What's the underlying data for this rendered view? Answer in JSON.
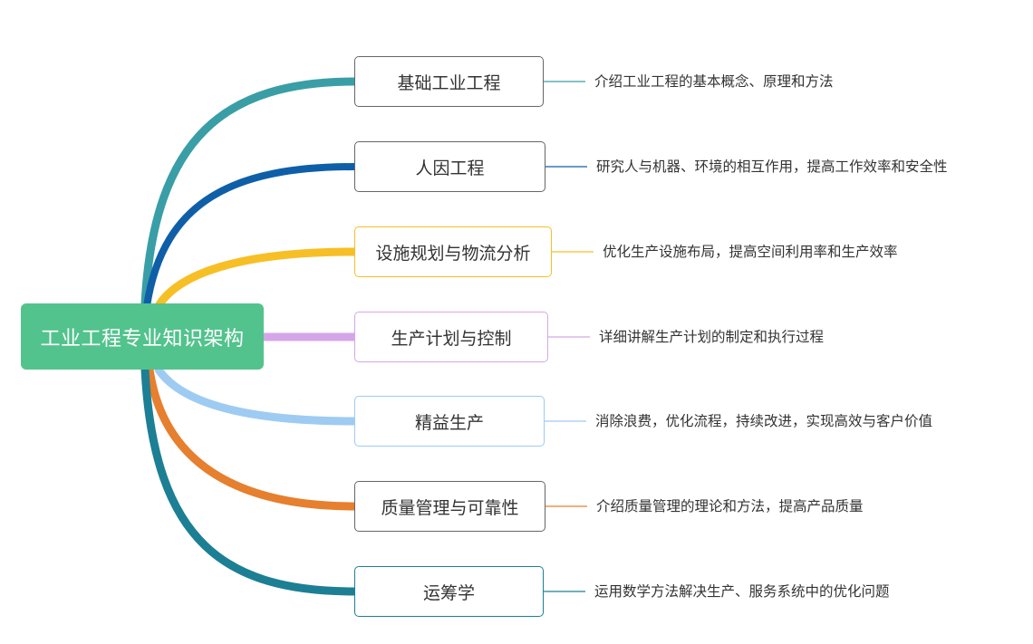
{
  "root": {
    "label": "工业工程专业知识架构",
    "color": "#52c38d"
  },
  "branches": [
    {
      "label": "基础工业工程",
      "description": "介绍工业工程的基本概念、原理和方法",
      "color": "#3a9ea6"
    },
    {
      "label": "人因工程",
      "description": "研究人与机器、环境的相互作用，提高工作效率和安全性",
      "color": "#0f5fa8"
    },
    {
      "label": "设施规划与物流分析",
      "description": "优化生产设施布局，提高空间利用率和生产效率",
      "color": "#f7bf26"
    },
    {
      "label": "生产计划与控制",
      "description": "详细讲解生产计划的制定和执行过程",
      "color": "#d4a6e8"
    },
    {
      "label": "精益生产",
      "description": "消除浪费，优化流程，持续改进，实现高效与客户价值",
      "color": "#9ecbf2"
    },
    {
      "label": "质量管理与可靠性",
      "description": "介绍质量管理的理论和方法，提高产品质量",
      "color": "#e67f2e"
    },
    {
      "label": "运筹学",
      "description": "运用数学方法解决生产、服务系统中的优化问题",
      "color": "#1d7f94"
    }
  ]
}
